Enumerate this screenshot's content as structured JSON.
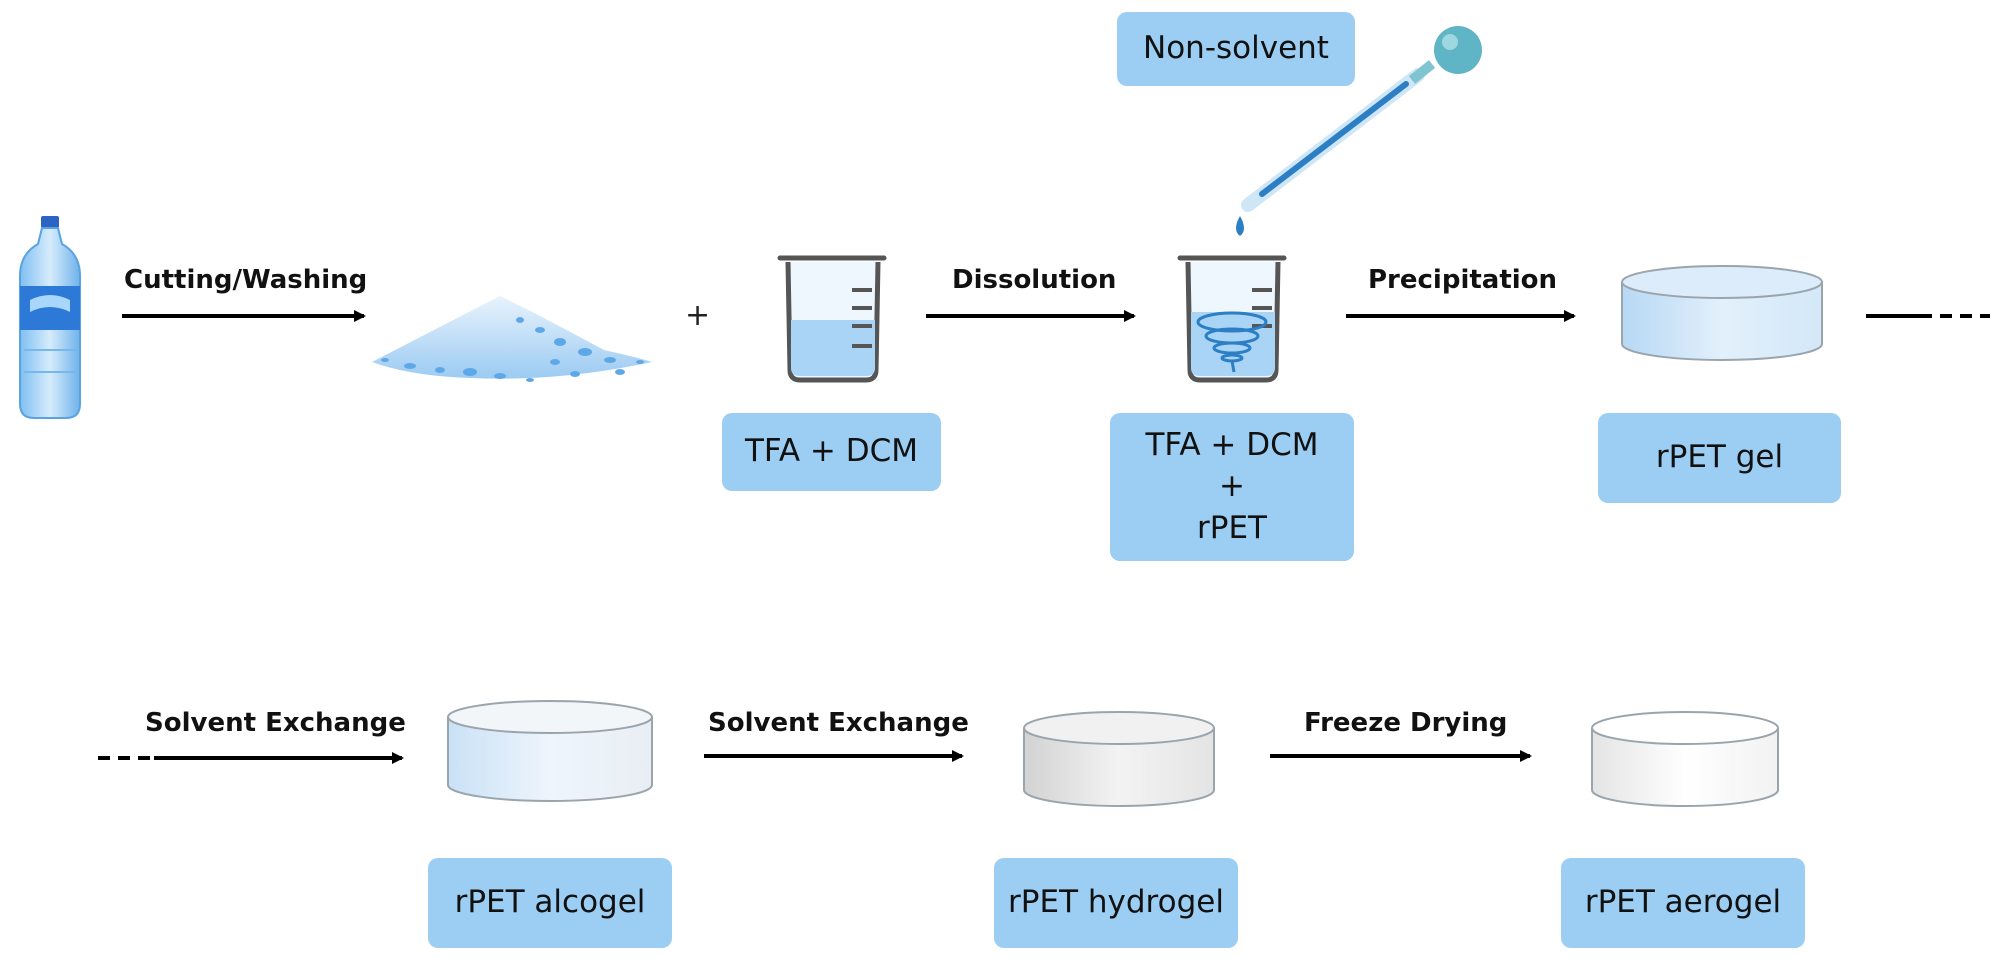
{
  "steps": {
    "cutting": "Cutting/Washing",
    "dissolution": "Dissolution",
    "precipitation": "Precipitation",
    "solvent_exchange_1": "Solvent Exchange",
    "solvent_exchange_2": "Solvent Exchange",
    "freeze_drying": "Freeze Drying"
  },
  "boxes": {
    "non_solvent": "Non-solvent",
    "tfa_dcm": "TFA + DCM",
    "mix_line1": "TFA + DCM",
    "mix_line2": "+",
    "mix_line3": "rPET",
    "rpet_gel": "rPET gel",
    "rpet_alcogel": "rPET alcogel",
    "rpet_hydrogel": "rPET hydrogel",
    "rpet_aerogel": "rPET aerogel"
  },
  "plus_sign": "+",
  "colors": {
    "label_box": "#9ccdf2",
    "arrow": "#000000",
    "liquid": "#a9d4f5",
    "dropper": "#2c7fc4",
    "bulb": "#5fb5c6"
  },
  "icons": [
    "plastic-bottle-icon",
    "plastic-flakes-icon",
    "beaker-icon",
    "dropper-icon",
    "vortex-icon",
    "gel-disc-icon"
  ]
}
